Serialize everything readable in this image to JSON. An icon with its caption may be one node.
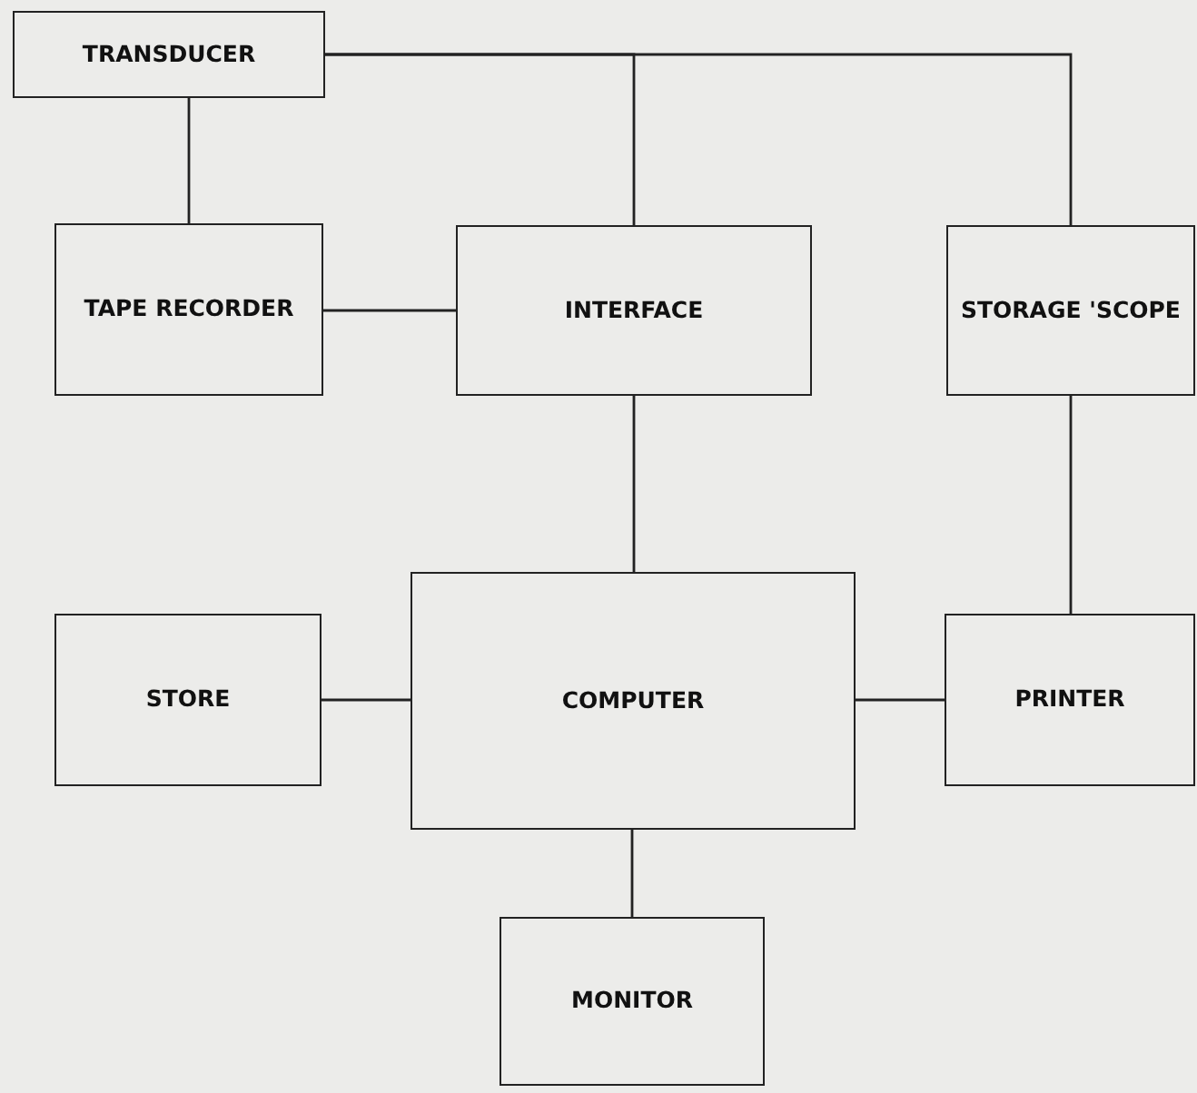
{
  "diagram": {
    "nodes": [
      {
        "text": [
          "TRANSDUCER"
        ]
      },
      {
        "text": [
          "TAPE RECORDER"
        ]
      },
      {
        "text": [
          "INTERFACE"
        ]
      },
      {
        "text": [
          "STORAGE 'SCOPE"
        ]
      },
      {
        "text": [
          "STORE"
        ]
      },
      {
        "text": [
          "COMPUTER"
        ]
      },
      {
        "text": [
          "PRINTER"
        ]
      },
      {
        "text": [
          "MONITOR"
        ]
      }
    ],
    "edges": [
      {
        "from": 0,
        "to": 1,
        "arrow": "none"
      },
      {
        "from": 0,
        "to": 2,
        "arrow": "none"
      },
      {
        "from": 0,
        "to": 3,
        "arrow": "none"
      },
      {
        "from": 1,
        "to": 2,
        "arrow": "none"
      },
      {
        "from": 2,
        "to": 5,
        "arrow": "none"
      },
      {
        "from": 3,
        "to": 6,
        "arrow": "none"
      },
      {
        "from": 4,
        "to": 5,
        "arrow": "none"
      },
      {
        "from": 5,
        "to": 6,
        "arrow": "none"
      },
      {
        "from": 5,
        "to": 7,
        "arrow": "none"
      }
    ]
  }
}
